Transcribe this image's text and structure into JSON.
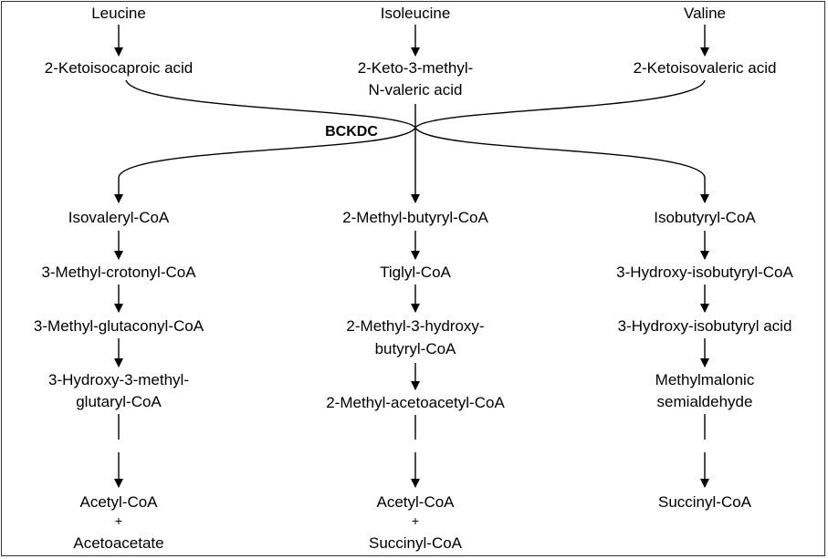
{
  "columns": {
    "leucine": {
      "amino_acid": "Leucine",
      "keto_acid": "2-Ketoisocaproic acid",
      "steps": [
        "Isovaleryl-CoA",
        "3-Methyl-crotonyl-CoA",
        "3-Methyl-glutaconyl-CoA",
        "3-Hydroxy-3-methyl-",
        "glutaryl-CoA"
      ],
      "end_products": [
        "Acetyl-CoA",
        "+",
        "Acetoacetate"
      ]
    },
    "isoleucine": {
      "amino_acid": "Isoleucine",
      "keto_acid": [
        "2-Keto-3-methyl-",
        "N-valeric acid"
      ],
      "steps": [
        "2-Methyl-butyryl-CoA",
        "Tiglyl-CoA",
        "2-Methyl-3-hydroxy-",
        "butyryl-CoA",
        "2-Methyl-acetoacetyl-CoA"
      ],
      "end_products": [
        "Acetyl-CoA",
        "+",
        "Succinyl-CoA"
      ]
    },
    "valine": {
      "amino_acid": "Valine",
      "keto_acid": "2-Ketoisovaleric acid",
      "steps": [
        "Isobutyryl-CoA",
        "3-Hydroxy-isobutyryl-CoA",
        "3-Hydroxy-isobutyryl acid",
        "Methylmalonic",
        "semialdehyde"
      ],
      "end_products": [
        "Succinyl-CoA"
      ]
    }
  },
  "enzyme": "BCKDC"
}
